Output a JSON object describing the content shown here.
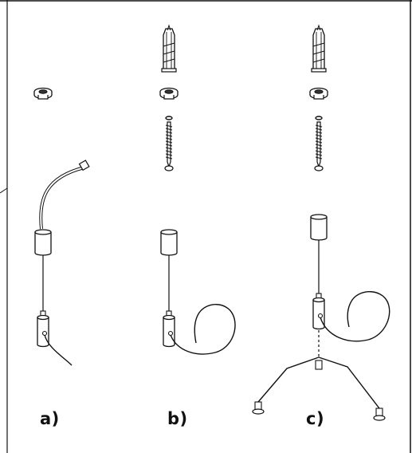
{
  "figure": {
    "panels": [
      {
        "id": "a",
        "label": "a)"
      },
      {
        "id": "b",
        "label": "b)"
      },
      {
        "id": "c",
        "label": "c)"
      }
    ],
    "stroke_color": "#111111",
    "fill_color": "#ffffff"
  }
}
